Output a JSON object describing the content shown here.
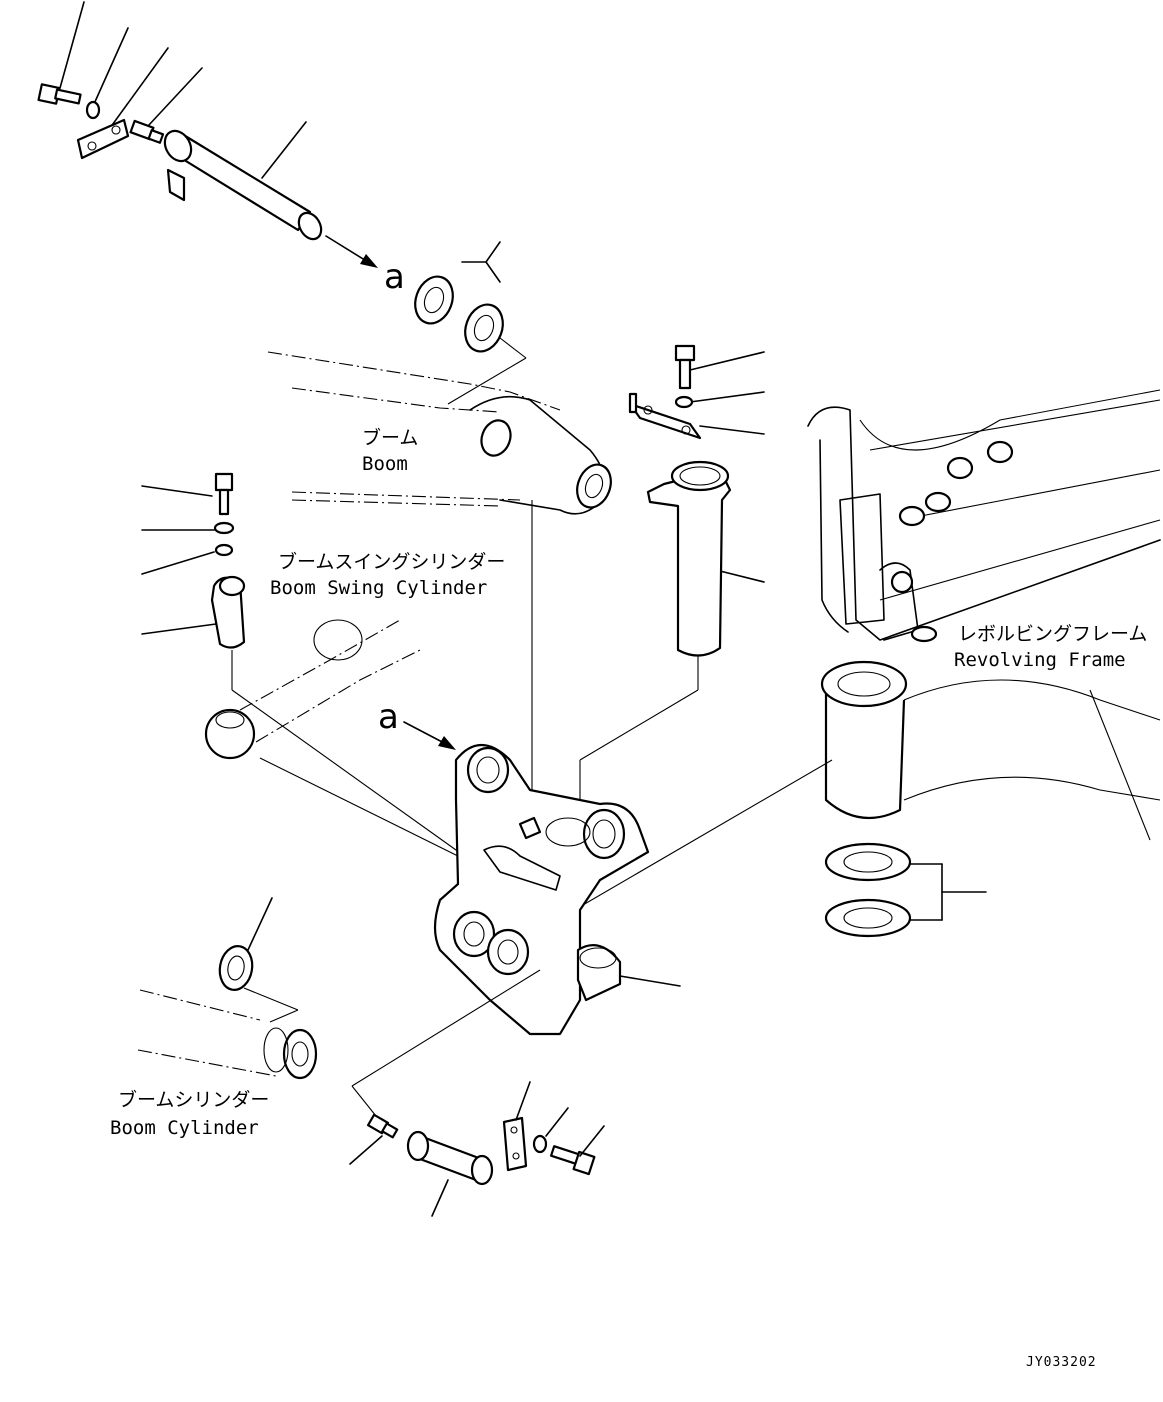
{
  "diagram": {
    "drawing_code": "JY033202",
    "view_marker": "a",
    "labels": {
      "boom": {
        "jp": "ブーム",
        "en": "Boom"
      },
      "boom_swing_cylinder": {
        "jp": "ブームスイングシリンダー",
        "en": "Boom Swing Cylinder"
      },
      "revolving_frame": {
        "jp": "レボルビングフレーム",
        "en": "Revolving Frame"
      },
      "boom_cylinder": {
        "jp": "ブームシリンダー",
        "en": "Boom Cylinder"
      }
    }
  }
}
